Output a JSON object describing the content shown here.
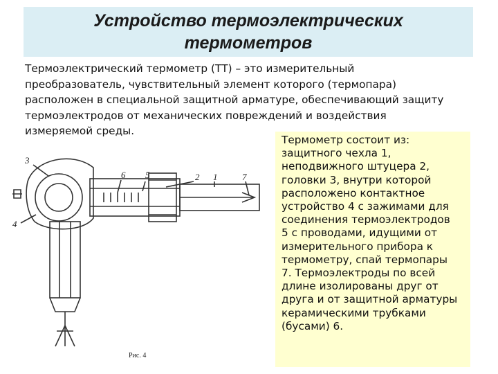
{
  "title": {
    "lines": [
      "Устройство термоэлектрических",
      "термометров"
    ]
  },
  "intro": {
    "lines": [
      "Термоэлектрический термометр (ТТ) – это измерительный",
      "преобразователь, чувствительный элемент которого (термопара)",
      "расположен в специальной защитной арматуре, обеспечивающий защиту",
      "термоэлектродов от механических повреждений и воздействия",
      "измеряемой среды."
    ]
  },
  "description": {
    "lines": [
      "Термометр состоит из:",
      "защитного чехла 1,",
      "неподвижного штуцера 2,",
      "головки 3, внутри которой",
      "расположено контактное",
      "устройство 4 с зажимами для",
      "соединения термоэлектродов",
      "5 с проводами, идущими от",
      "измерительного прибора к",
      "термометру, спай термопары",
      "7. Термоэлектроды по всей",
      "длине изолированы друг от",
      "друга и от защитной арматуры",
      "керамическими трубками",
      "(бусами) 6."
    ]
  },
  "figure": {
    "labels": [
      "3",
      "4",
      "6",
      "5",
      "2",
      "1",
      "7"
    ],
    "caption": "Рис. 4"
  },
  "colors": {
    "title_bg": "#dbeef4",
    "side_bg": "#ffffd0",
    "line": "#333333"
  }
}
